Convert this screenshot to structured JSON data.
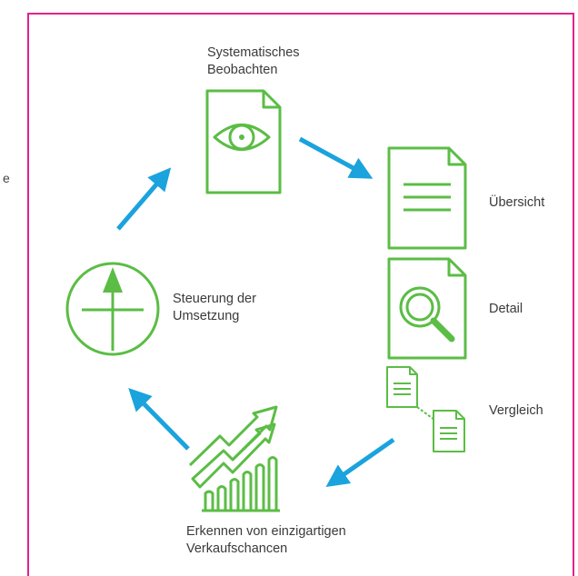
{
  "stray_text": "e",
  "labels": {
    "beobachten": "Systematisches\nBeobachten",
    "uebersicht": "Übersicht",
    "detail": "Detail",
    "vergleich": "Vergleich",
    "steuerung": "Steuerung der\nUmsetzung",
    "erkennen": "Erkennen von einzigartigen\nVerkaufschancen"
  },
  "icons": {
    "beobachten": "eye-document-icon",
    "uebersicht": "document-lines-icon",
    "detail": "magnifier-document-icon",
    "vergleich": "compare-documents-icon",
    "steuerung": "compass-crosshair-icon",
    "erkennen": "growth-chart-icon"
  },
  "colors": {
    "frame": "#e2238c",
    "icon": "#5bbd45",
    "arrow": "#1aa3dd",
    "text": "#3a3a3a"
  }
}
